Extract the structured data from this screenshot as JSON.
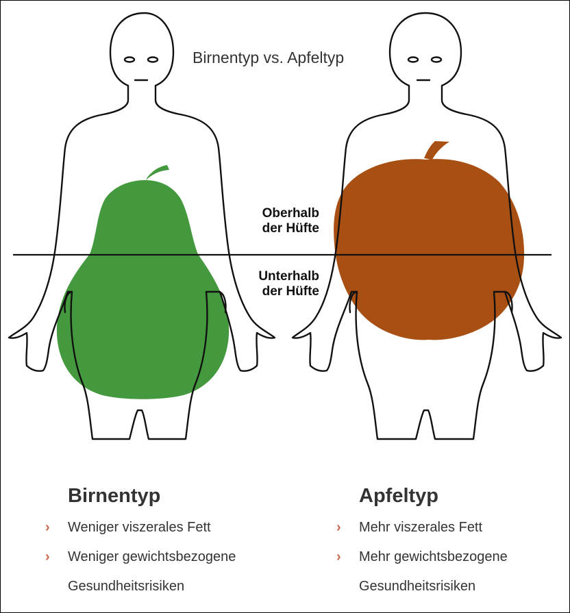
{
  "title": "Birnentyp vs. Apfeltyp",
  "hip_line": {
    "above": [
      "Oberhalb",
      "der Hüfte"
    ],
    "below": [
      "Unterhalb",
      "der Hüfte"
    ]
  },
  "pear_type": {
    "heading": "Birnentyp",
    "bullet1": "Weniger viszerales Fett",
    "bullet2_line1": "Weniger gewichtsbezogene",
    "bullet2_line2": "Gesundheitsrisiken"
  },
  "apple_type": {
    "heading": "Apfeltyp",
    "bullet1": "Mehr viszerales Fett",
    "bullet2_line1": "Mehr gewichtsbezogene",
    "bullet2_line2": "Gesundheitsrisiken"
  },
  "colors": {
    "pear": "#44993f",
    "apple": "#a84f14",
    "outline": "#111111",
    "bullet": "#c8684a"
  },
  "icons": {
    "bullet": "chevron-right-icon"
  }
}
